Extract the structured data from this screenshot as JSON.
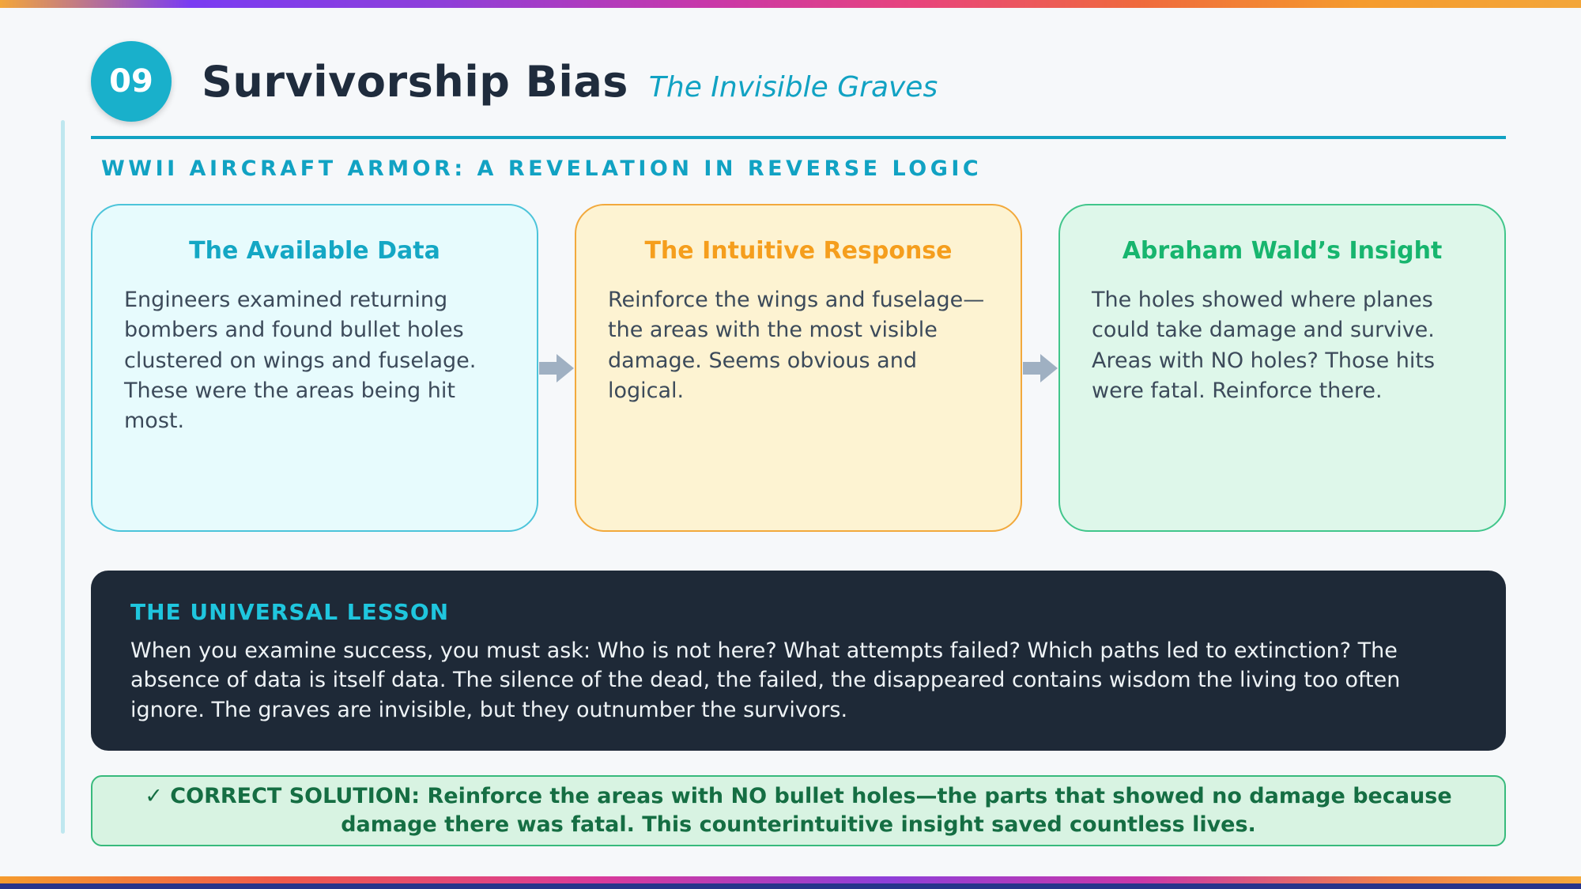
{
  "page": {
    "badge_number": "09",
    "title": "Survivorship Bias",
    "subtitle": "The Invisible Graves",
    "section_heading": "WWII AIRCRAFT ARMOR: A REVELATION IN REVERSE LOGIC"
  },
  "cards": [
    {
      "title": "The Available Data",
      "body": "Engineers examined returning bombers and found bullet holes clustered on wings and fuselage. These were the areas being hit most.",
      "accent_color": "#14a7c4",
      "background_color": "#e7fbfd",
      "border_color": "#4cc4da"
    },
    {
      "title": "The Intuitive Response",
      "body": "Reinforce the wings and fuselage—the areas with the most visible damage. Seems obvious and logical.",
      "accent_color": "#f59e1d",
      "background_color": "#fdf3d2",
      "border_color": "#f2a93c"
    },
    {
      "title": "Abraham Wald’s Insight",
      "body": "The holes showed where planes could take damage and survive. Areas with NO holes? Those hits were fatal. Reinforce there.",
      "accent_color": "#17b56e",
      "background_color": "#def7ea",
      "border_color": "#41c68b"
    }
  ],
  "lesson": {
    "title": "THE UNIVERSAL LESSON",
    "body": "When you examine success, you must ask: Who is not here? What attempts failed? Which paths led to extinction? The absence of data is itself data. The silence of the dead, the failed, the disappeared contains wisdom the living too often ignore. The graves are invisible, but they outnumber the survivors.",
    "title_color": "#1fc6de",
    "background_color": "#1e2937"
  },
  "solution": {
    "text": "✓ CORRECT SOLUTION: Reinforce the areas with NO bullet holes—the parts that showed no damage because damage there was fatal. This counterintuitive insight saved countless lives.",
    "text_color": "#156e43",
    "background_color": "#d8f3e2",
    "border_color": "#38ba7c"
  },
  "colors": {
    "accent_teal": "#11a2c3",
    "badge_background": "#19b0cb",
    "title_text": "#1f2c3d",
    "page_background": "#f6f8fa",
    "arrow": "#9fb0c2",
    "left_rail": "#bfe7ef"
  }
}
